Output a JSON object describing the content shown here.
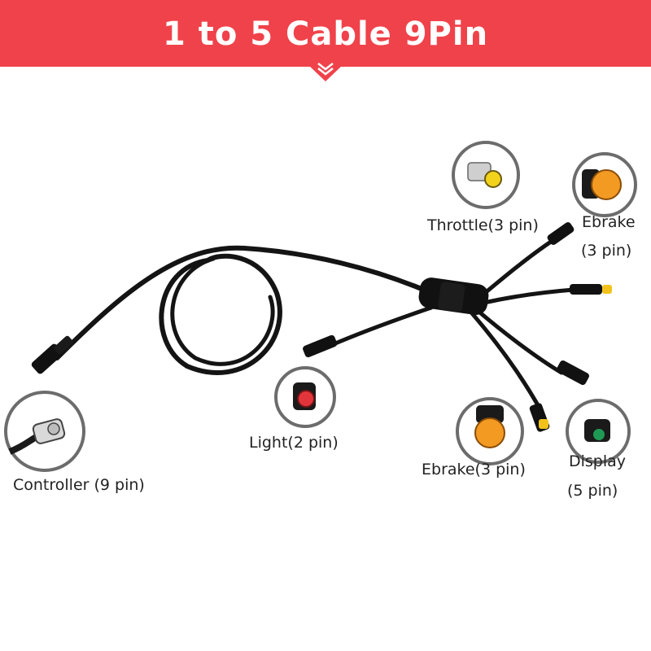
{
  "banner": {
    "title": "1 to 5 Cable 9Pin",
    "chevron_icon": "double-chevron-down-icon",
    "color": "#f0424a"
  },
  "labels": {
    "throttle": "Throttle(3 pin)",
    "ebrake_top_line1": "Ebrake",
    "ebrake_top_line2": "(3 pin)",
    "light": "Light(2 pin)",
    "ebrake_bottom": "Ebrake(3 pin)",
    "display_line1": "Display",
    "display_line2": "(5 pin)",
    "controller": "Controller (9 pin)"
  },
  "connector_colors": {
    "throttle": "#f2d21b",
    "ebrake": "#f39a23",
    "light": "#e2353b",
    "display": "#1f9a54",
    "controller": "#2b2b2b"
  }
}
